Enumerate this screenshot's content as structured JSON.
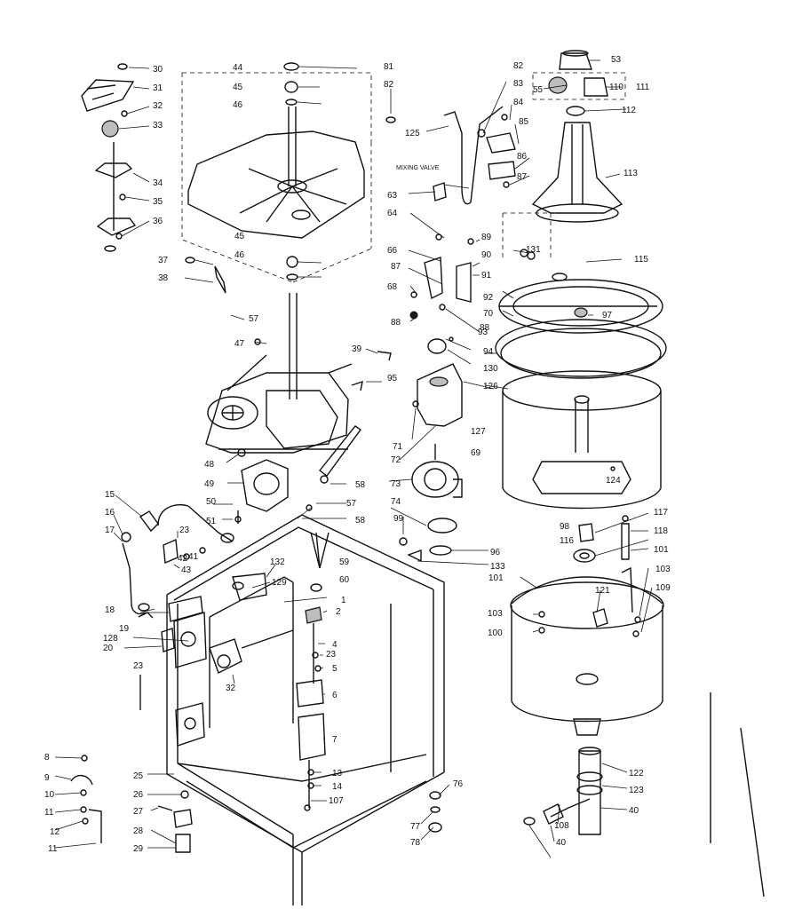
{
  "diagram": {
    "labels": [
      "30",
      "31",
      "32",
      "33",
      "34",
      "35",
      "36",
      "37",
      "38",
      "57",
      "44",
      "45",
      "46",
      "81",
      "82",
      "45",
      "46",
      "87",
      "47",
      "39",
      "48",
      "49",
      "50",
      "51",
      "58",
      "57",
      "58",
      "15",
      "16",
      "17",
      "23",
      "41",
      "42",
      "43",
      "18",
      "19",
      "128",
      "20",
      "23",
      "32",
      "132",
      "129",
      "59",
      "60",
      "1",
      "2",
      "4",
      "23",
      "5",
      "6",
      "7",
      "13",
      "14",
      "107",
      "76",
      "77",
      "78",
      "25",
      "26",
      "27",
      "28",
      "29",
      "8",
      "9",
      "10",
      "11",
      "12",
      "11",
      "82",
      "83",
      "84",
      "85",
      "86",
      "87",
      "125",
      "63",
      "64",
      "66",
      "68",
      "88",
      "131",
      "89",
      "90",
      "91",
      "92",
      "70",
      "88",
      "93",
      "94",
      "130",
      "95",
      "126",
      "127",
      "69",
      "71",
      "72",
      "73",
      "74",
      "99",
      "133",
      "96",
      "124",
      "53",
      "55",
      "110",
      "111",
      "112",
      "113",
      "115",
      "97",
      "98",
      "116",
      "117",
      "118",
      "101",
      "103",
      "100",
      "101",
      "103",
      "109",
      "121",
      "122",
      "123",
      "40",
      "108",
      "40"
    ],
    "mixing_valve_note": "MIXING VALVE"
  }
}
